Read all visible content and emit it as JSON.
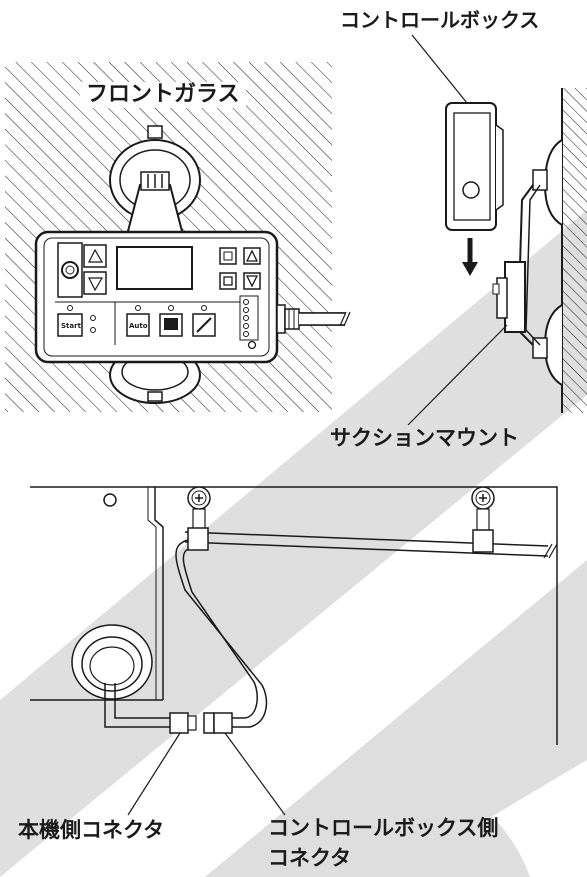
{
  "labels": {
    "control_box": "コントロールボックス",
    "windshield": "フロントガラス",
    "suction_mount": "サクションマウント",
    "main_connector": "本機側コネクタ",
    "control_box_connector_line1": "コントロールボックス側",
    "control_box_connector_line2": "コネクタ"
  },
  "panel_buttons": {
    "start": "Start",
    "auto": "Auto"
  },
  "colors": {
    "watermark": "#d9d9d9",
    "line": "#1a1a1a"
  }
}
